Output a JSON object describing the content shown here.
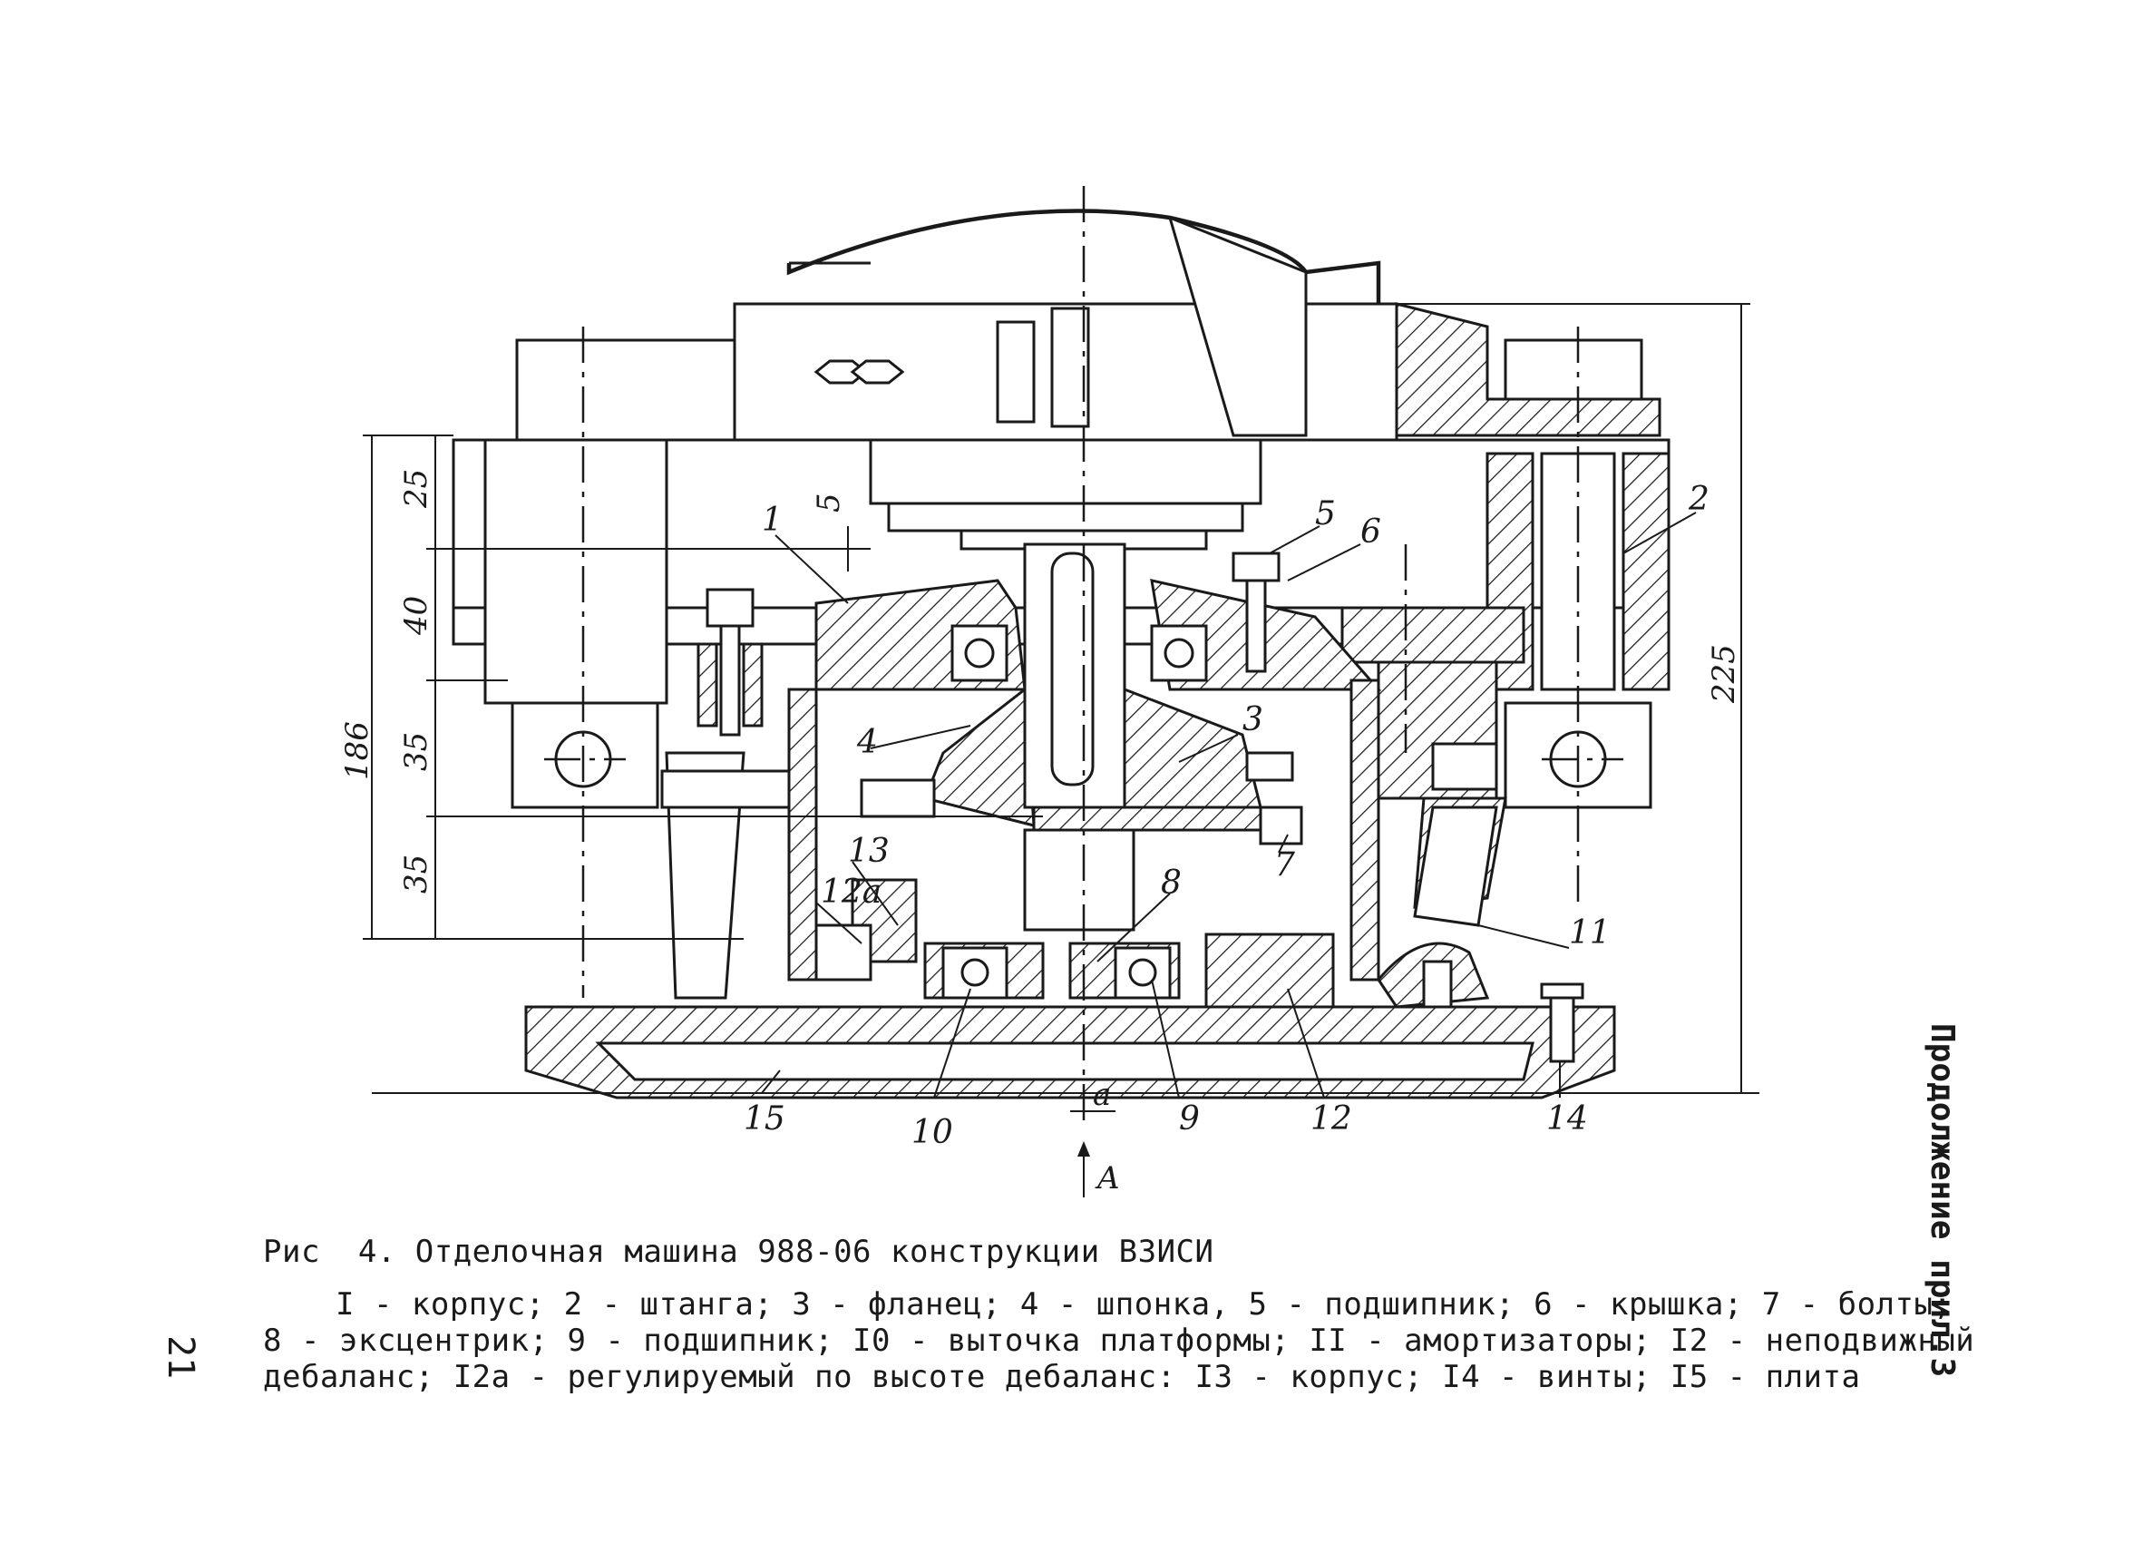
{
  "figure": {
    "title": "Рис  4. Отделочная машина 988-06 конструкции ВЗИСИ",
    "legend_lines": [
      "I - корпус; 2 - штанга; 3 - фланец; 4 - шпонка, 5 - подшипник; 6 - крышка; 7 - болты;",
      "8 - эксцентрик; 9 - подшипник; I0 - выточка платформы; II - амортизаторы; I2 - неподвижный",
      "дебаланс; I2а - регулируемый по высоте дебаланс: I3 - корпус; I4 - винты; I5 - плита"
    ]
  },
  "page_number": "21",
  "appendix_note": "Продолжение прил.3",
  "dimensions": {
    "d25": "25",
    "d40": "40",
    "d35a": "35",
    "d35b": "35",
    "d186": "186",
    "d225": "225",
    "d5": "5",
    "a": "a",
    "view": "A"
  },
  "callouts": {
    "c1": "1",
    "c2": "2",
    "c3": "3",
    "c4": "4",
    "c5": "5",
    "c6": "6",
    "c7": "7",
    "c8": "8",
    "c9": "9",
    "c10": "10",
    "c11": "11",
    "c12": "12",
    "c12a": "12a",
    "c13": "13",
    "c14": "14",
    "c15": "15"
  }
}
